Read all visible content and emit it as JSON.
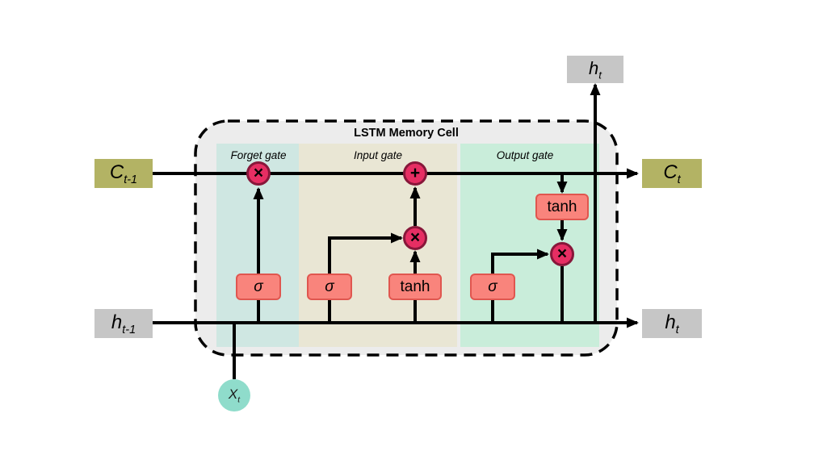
{
  "diagram": {
    "title": "LSTM Memory Cell",
    "gates": [
      {
        "label": "Forget gate"
      },
      {
        "label": "Input gate"
      },
      {
        "label": "Output gate"
      }
    ],
    "nodes": {
      "c_prev": {
        "base": "C",
        "sub": "t-1"
      },
      "c_next": {
        "base": "C",
        "sub": "t"
      },
      "h_prev": {
        "base": "h",
        "sub": "t-1"
      },
      "h_next": {
        "base": "h",
        "sub": "t"
      },
      "h_top": {
        "base": "h",
        "sub": "t"
      },
      "x_input": {
        "base": "X",
        "sub": "t"
      }
    },
    "ops": {
      "sigma_forget": "σ",
      "sigma_input": "σ",
      "tanh_input": "tanh",
      "sigma_output": "σ",
      "tanh_output": "tanh",
      "mul_forget": "×",
      "add_input": "+",
      "mul_input": "×",
      "mul_output": "×"
    },
    "colors": {
      "cell_background": "#ececec",
      "forget_region": "#cfe7e2",
      "input_region": "#e9e6d4",
      "output_region": "#c9edda",
      "cell_state_box": "#b3b364",
      "hidden_state_box": "#c6c6c6",
      "op_box_fill": "#f9847c",
      "op_box_border": "#e0564f",
      "op_circle_fill": "#e62e63",
      "op_circle_border": "#87173a",
      "input_circle_fill": "#8fdccb",
      "wire": "#000000"
    }
  }
}
